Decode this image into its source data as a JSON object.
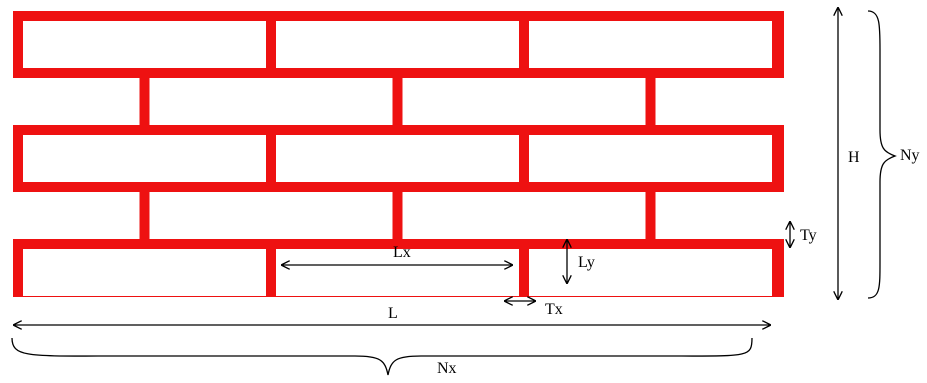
{
  "diagram": {
    "colors": {
      "mortar": "#ee1111",
      "brick": "#ffffff",
      "line": "#000000"
    },
    "labels": {
      "L": "L",
      "H": "H",
      "Nx": "Nx",
      "Ny": "Ny",
      "Lx": "Lx",
      "Ly": "Ly",
      "Tx": "Tx",
      "Ty": "Ty"
    }
  }
}
